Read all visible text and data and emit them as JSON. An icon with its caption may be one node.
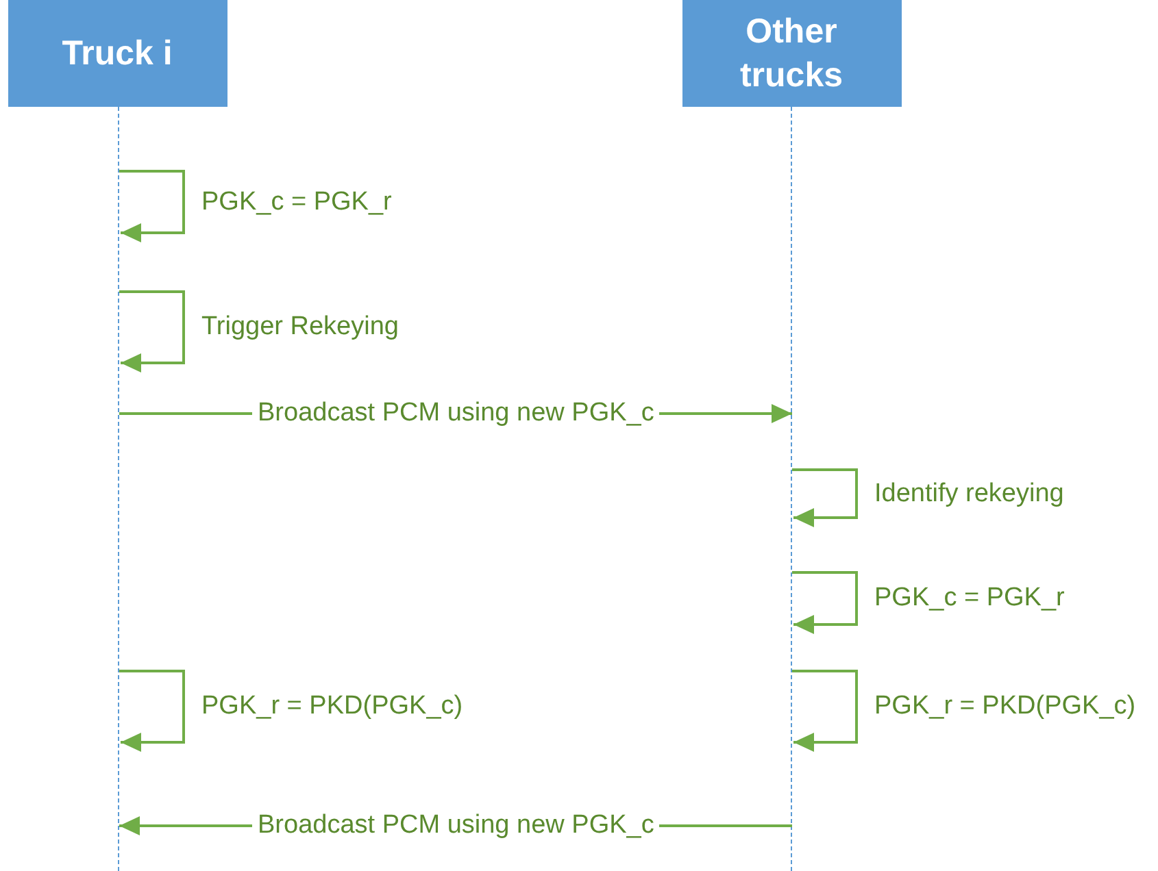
{
  "diagram": {
    "nodes": [
      {
        "text": [
          "Truck i"
        ]
      },
      {
        "text": [
          "Other trucks"
        ]
      }
    ],
    "edges": [
      {
        "from": 0,
        "to": 0,
        "arrow": "to",
        "label": "PGK_c = PGK_r"
      },
      {
        "from": 0,
        "to": 0,
        "arrow": "to",
        "label": "Trigger Rekeying"
      },
      {
        "from": 0,
        "to": 1,
        "arrow": "to",
        "label": "Broadcast PCM using new PGK_c"
      },
      {
        "from": 1,
        "to": 1,
        "arrow": "to",
        "label": "Identify rekeying"
      },
      {
        "from": 1,
        "to": 1,
        "arrow": "to",
        "label": "PGK_c = PGK_r"
      },
      {
        "from": 0,
        "to": 0,
        "arrow": "to",
        "label": "PGK_r = PKD(PGK_c)"
      },
      {
        "from": 1,
        "to": 1,
        "arrow": "to",
        "label": "PGK_r = PKD(PGK_c)"
      },
      {
        "from": 1,
        "to": 0,
        "arrow": "to",
        "label": "Broadcast PCM using new PGK_c"
      }
    ]
  }
}
